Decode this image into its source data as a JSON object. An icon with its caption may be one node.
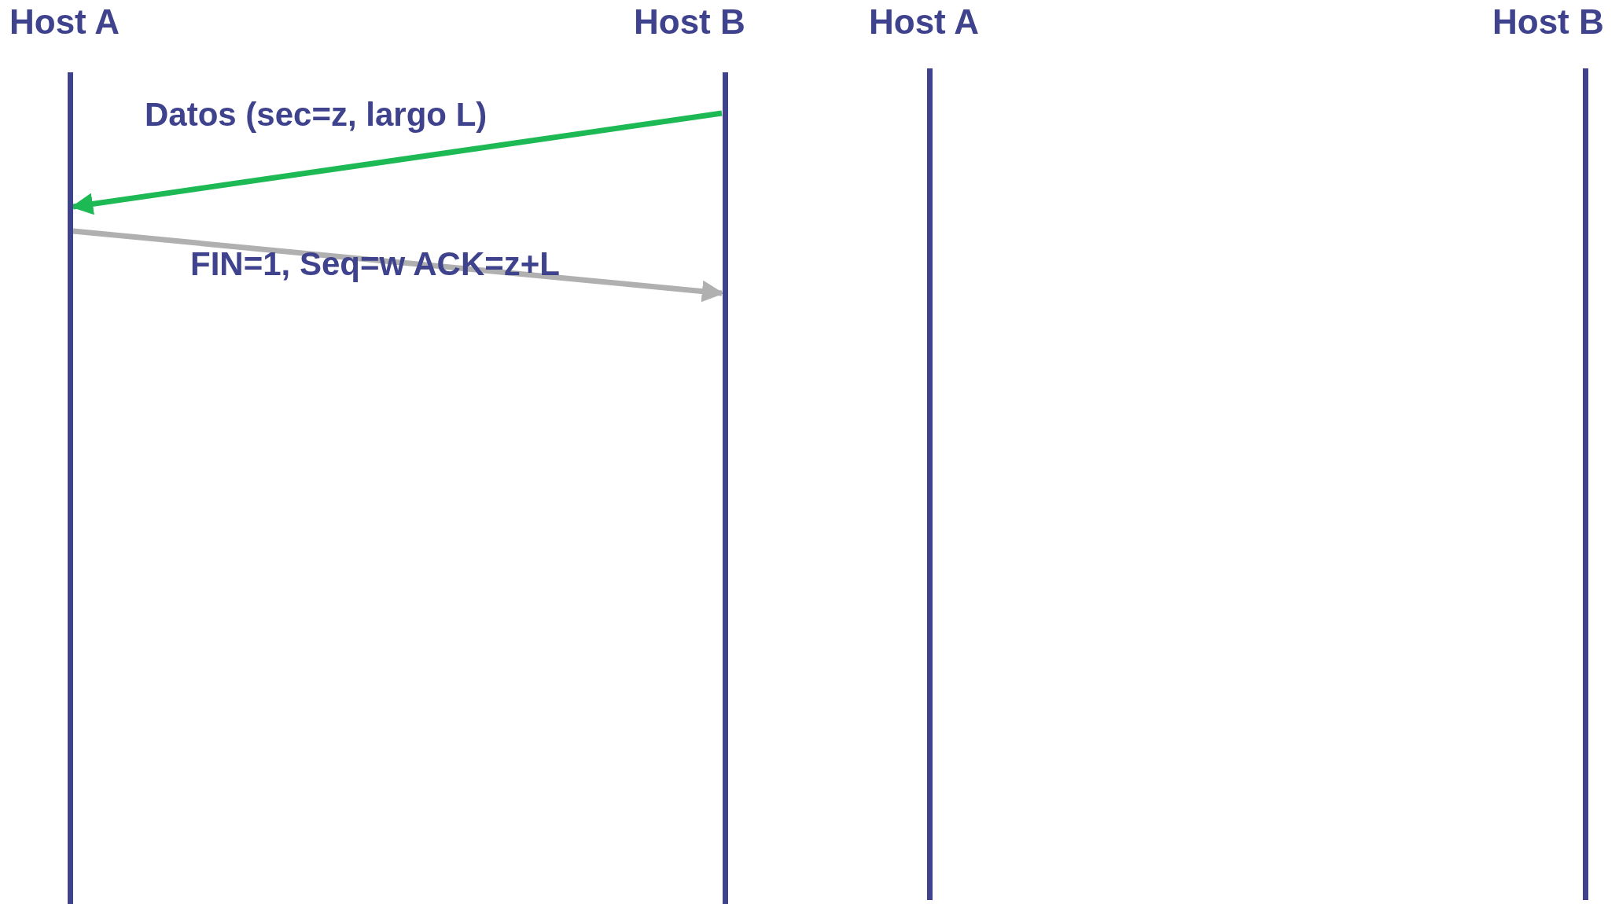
{
  "diagram": {
    "nodes": [
      {
        "text": [
          "Host A"
        ]
      },
      {
        "text": [
          "Host B"
        ]
      },
      {
        "text": [
          "Host A"
        ]
      },
      {
        "text": [
          "Host B"
        ]
      }
    ],
    "edges": [
      {
        "from": 1,
        "to": 0,
        "arrow": "to",
        "label": "Datos (sec=z, largo L)",
        "color": "#1db954"
      },
      {
        "from": 0,
        "to": 1,
        "arrow": "to",
        "label": "FIN=1, Seq=w ACK=z+L",
        "color": "#b0b0b0"
      }
    ]
  }
}
